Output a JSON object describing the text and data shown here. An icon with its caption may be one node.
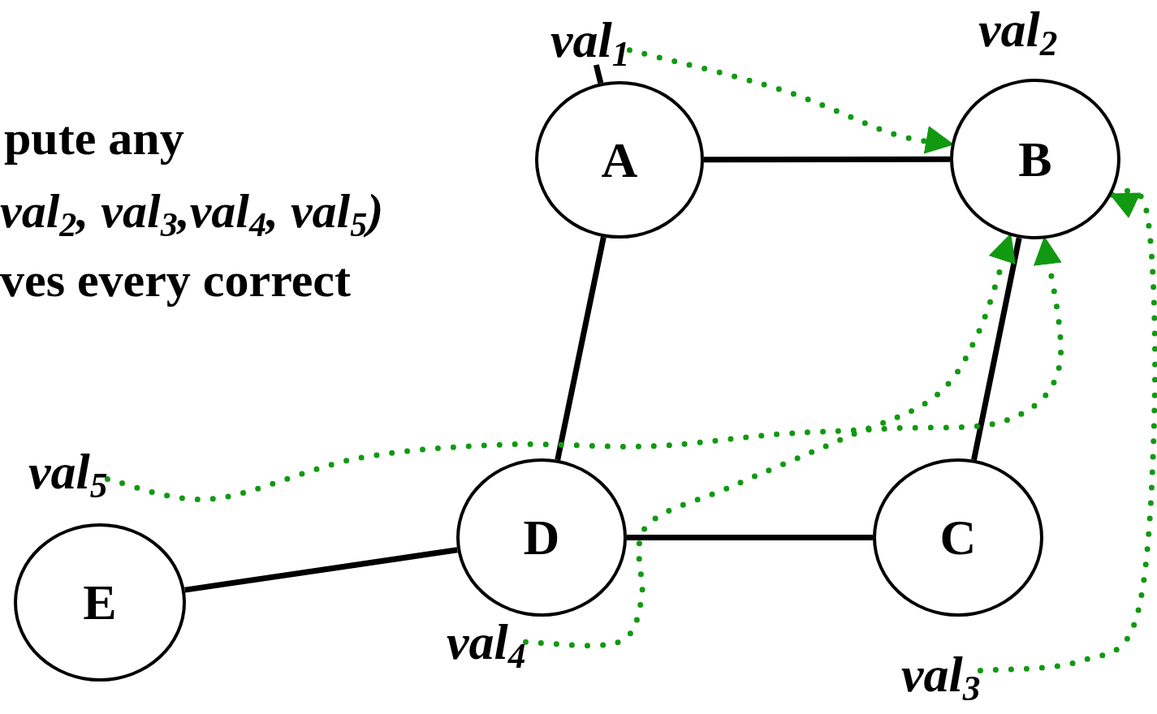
{
  "diagram": {
    "nodes": [
      {
        "text": [
          "A"
        ]
      },
      {
        "text": [
          "B"
        ],
        "beside": [
          "val$_{2}$"
        ]
      },
      {
        "text": [
          "C"
        ]
      },
      {
        "text": [
          "D"
        ]
      },
      {
        "text": [
          "E"
        ]
      },
      {
        "text": [
          "val$_{1}$"
        ]
      },
      {
        "text": [
          "val$_{3}$"
        ]
      },
      {
        "text": [
          "val$_{4}$"
        ]
      },
      {
        "text": [
          "val$_{5}$"
        ]
      }
    ],
    "edges": [
      {
        "from": 0,
        "to": 1,
        "arrow": "none"
      },
      {
        "from": 0,
        "to": 3,
        "arrow": "none"
      },
      {
        "from": 1,
        "to": 2,
        "arrow": "none"
      },
      {
        "from": 3,
        "to": 2,
        "arrow": "none"
      },
      {
        "from": 4,
        "to": 3,
        "arrow": "none"
      },
      {
        "from": 5,
        "to": 0,
        "arrow": "none"
      },
      {
        "from": 5,
        "to": 1,
        "arrow": "to",
        "style": "dashed",
        "color": "#119911"
      },
      {
        "from": 6,
        "to": 1,
        "arrow": "to",
        "style": "dashed",
        "color": "#119911"
      },
      {
        "from": 7,
        "to": 1,
        "arrow": "to",
        "style": "dashed",
        "color": "#119911"
      },
      {
        "from": 8,
        "to": 1,
        "arrow": "to",
        "style": "dashed",
        "color": "#119911"
      }
    ],
    "labels": [
      "pute any",
      "val$_{2}$, val$_{3}$,val$_{4}$, val$_{5}$)",
      "ves every correct"
    ]
  }
}
